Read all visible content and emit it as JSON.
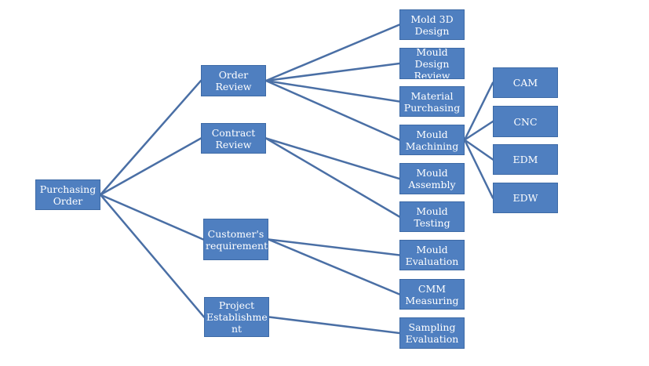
{
  "nodes": {
    "purchasing_order": "Purchasing\nOrder",
    "order_review": "Order\nReview",
    "contract_review": "Contract\nReview",
    "customers_requirement": "Customer's\nrequirement",
    "project_establishment": "Project\nEstablishme\nnt",
    "mold_3d_design": "Mold 3D\nDesign",
    "mould_design_review": "Mould\nDesign\nReview",
    "material_purchasing": "Material\nPurchasing",
    "mould_machining": "Mould\nMachining",
    "mould_assembly": "Mould\nAssembly",
    "mould_testing": "Mould\nTesting",
    "mould_evaluation": "Mould\nEvaluation",
    "cmm_measuring": "CMM\nMeasuring",
    "sampling_evaluation": "Sampling\nEvaluation",
    "cam": "CAM",
    "cnc": "CNC",
    "edm": "EDM",
    "edw": "EDW"
  },
  "edges": [
    [
      "purchasing_order",
      "order_review"
    ],
    [
      "purchasing_order",
      "contract_review"
    ],
    [
      "purchasing_order",
      "customers_requirement"
    ],
    [
      "purchasing_order",
      "project_establishment"
    ],
    [
      "order_review",
      "mold_3d_design"
    ],
    [
      "order_review",
      "mould_design_review"
    ],
    [
      "order_review",
      "material_purchasing"
    ],
    [
      "order_review",
      "mould_machining"
    ],
    [
      "contract_review",
      "mould_assembly"
    ],
    [
      "contract_review",
      "mould_testing"
    ],
    [
      "customers_requirement",
      "mould_evaluation"
    ],
    [
      "customers_requirement",
      "cmm_measuring"
    ],
    [
      "project_establishment",
      "sampling_evaluation"
    ],
    [
      "mould_machining",
      "cam"
    ],
    [
      "mould_machining",
      "cnc"
    ],
    [
      "mould_machining",
      "edm"
    ],
    [
      "mould_machining",
      "edw"
    ]
  ],
  "colors": {
    "node_fill": "#4f7fc0",
    "node_border": "#3d6aa6",
    "node_text": "#ffffff",
    "connector": "#4a6fa5"
  }
}
